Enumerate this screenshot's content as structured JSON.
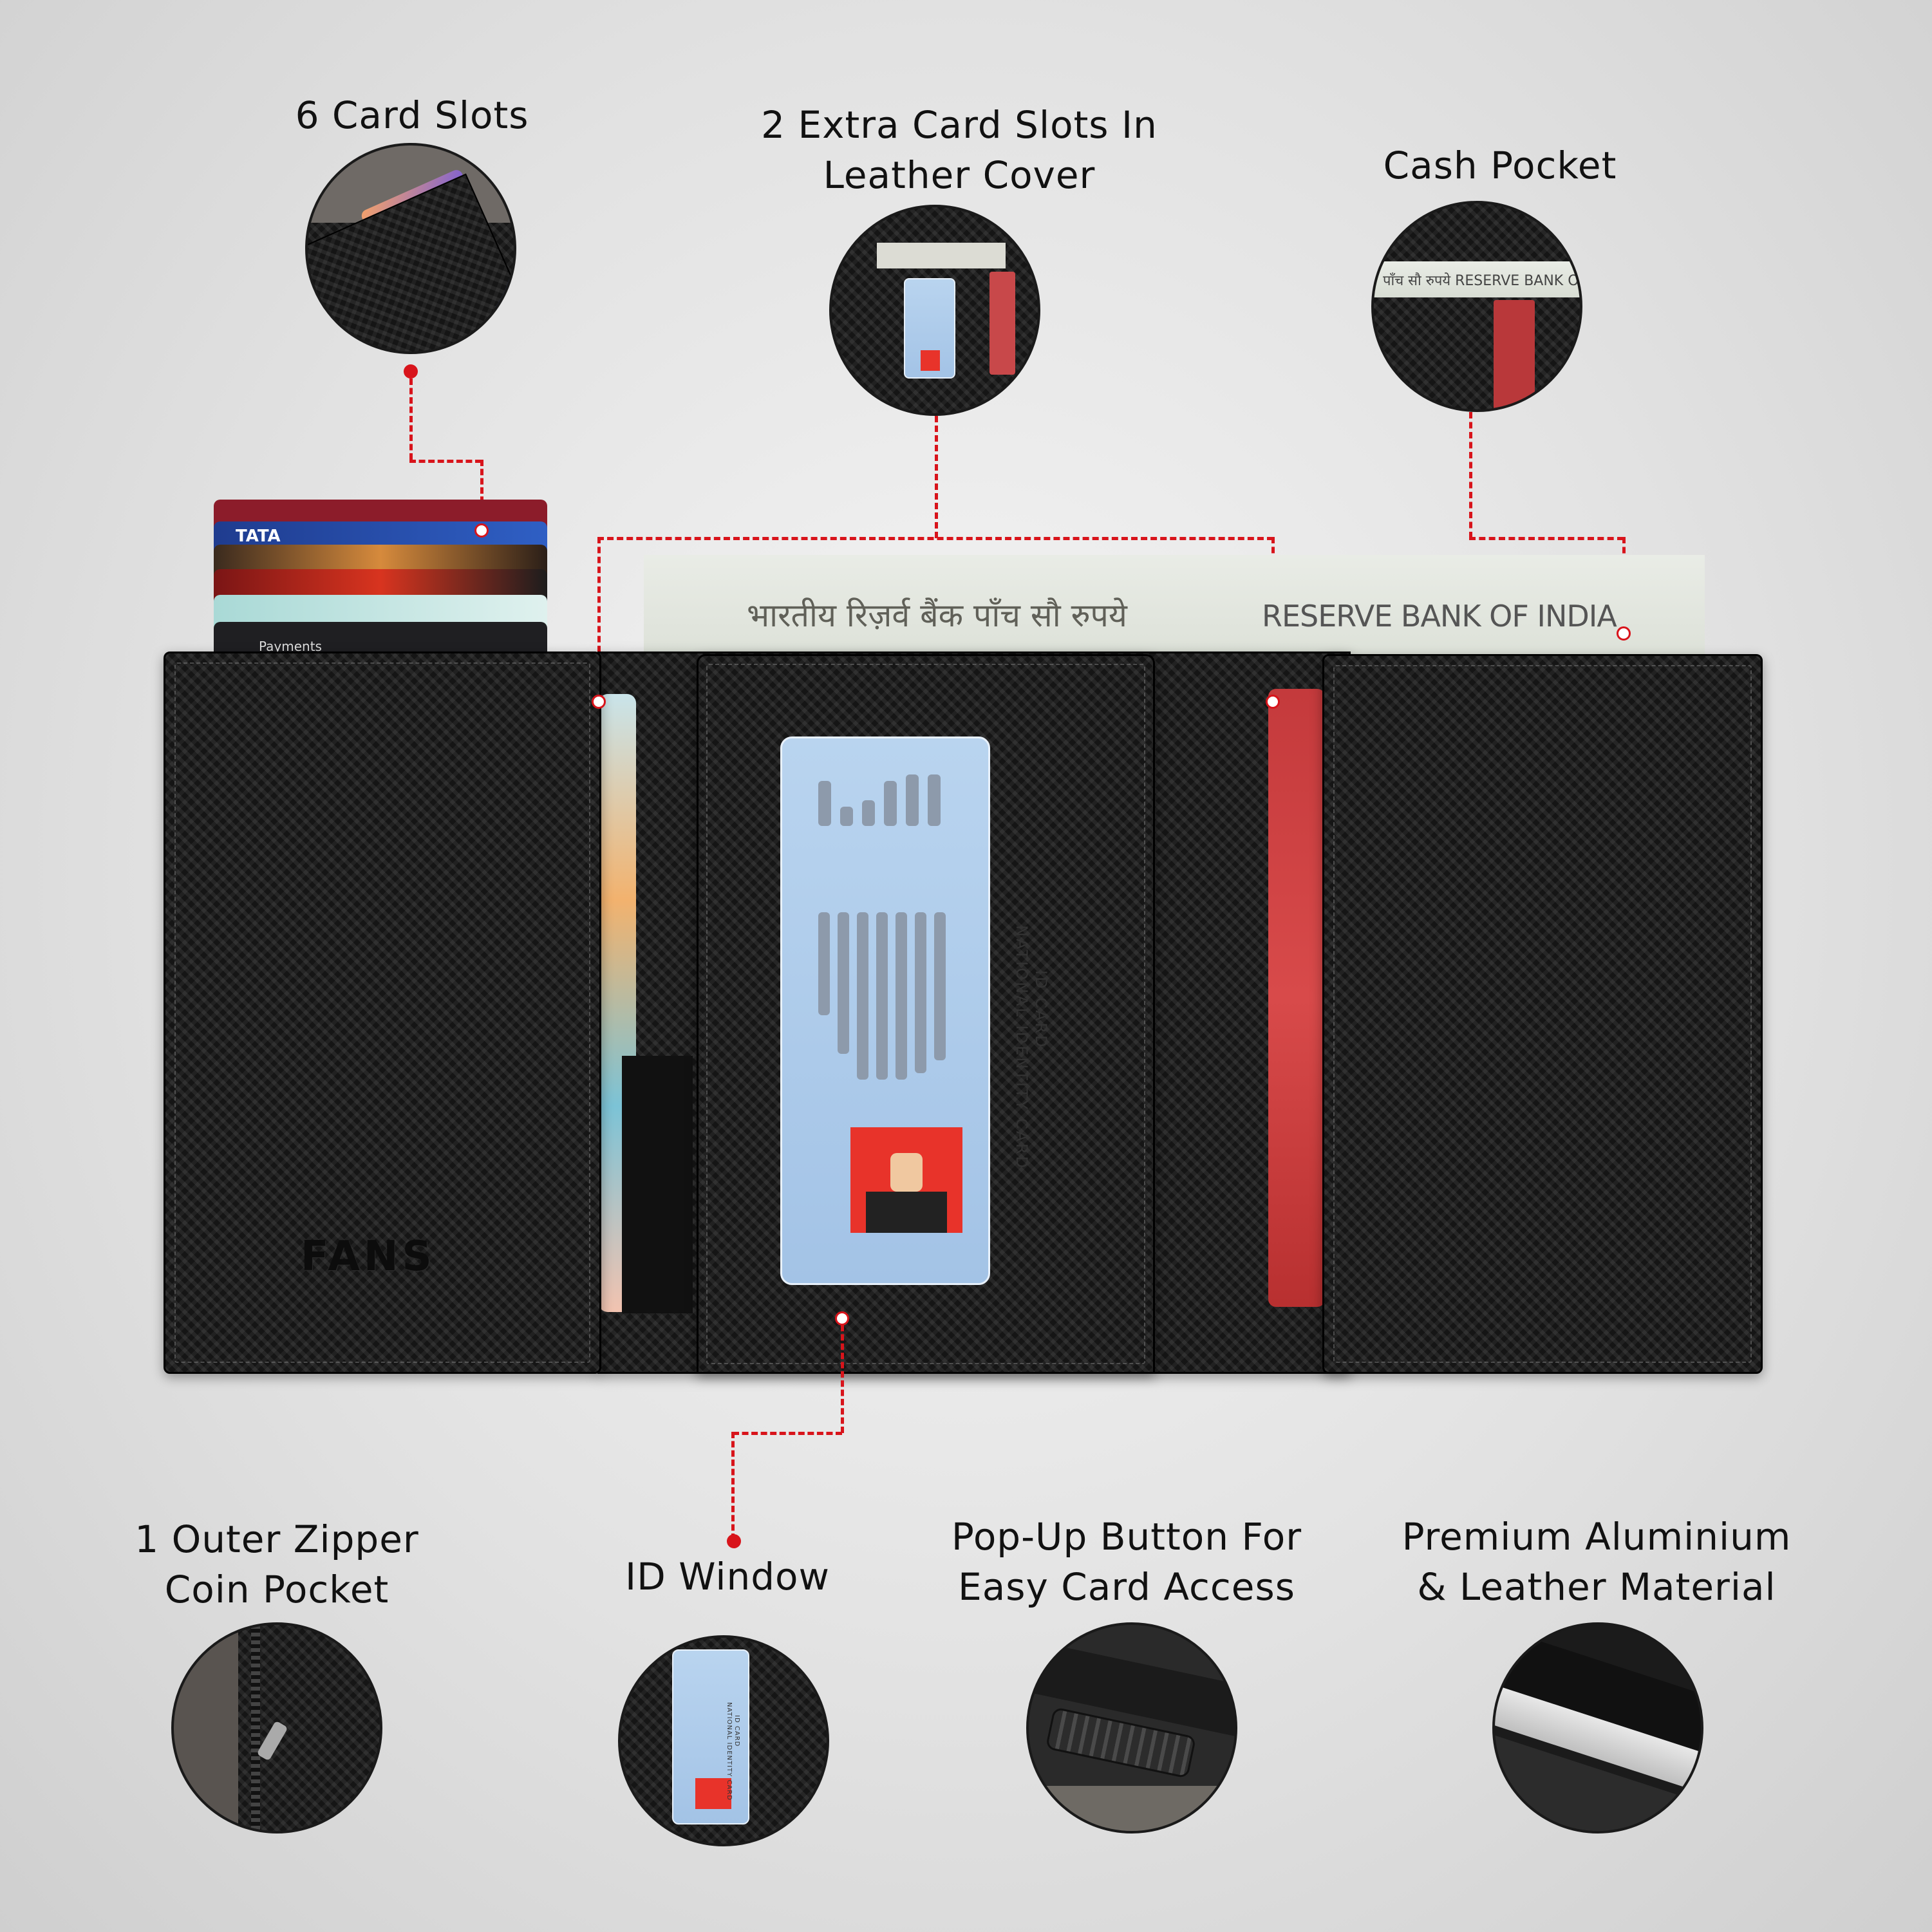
{
  "features": {
    "card_slots": "6 Card Slots",
    "extra_slots_line1": "2 Extra Card Slots In",
    "extra_slots_line2": "Leather Cover",
    "cash_pocket": "Cash Pocket",
    "zipper_line1": "1 Outer Zipper",
    "zipper_line2": "Coin Pocket",
    "id_window": "ID Window",
    "popup_line1": "Pop-Up Button For",
    "popup_line2": "Easy Card Access",
    "material_line1": "Premium Aluminium",
    "material_line2": "& Leather Material"
  },
  "wallet": {
    "card_brand": "TATA",
    "card_bottom_text": "Payments",
    "note_hindi": "भारतीय रिज़र्व बैंक   पाँच सौ रुपये",
    "note_english": "RESERVE BANK OF INDIA",
    "id_card_line1": "ID CARD",
    "id_card_line2": "NATIONAL IDENTITY CARD",
    "embossed_logo": "FANS"
  },
  "zoom": {
    "cash_note_text": "पाँच सौ रुपये RESERVE BANK OF",
    "id_card_line1": "ID CARD",
    "id_card_line2": "NATIONAL IDENTITY CARD"
  },
  "colors": {
    "leader_line": "#d8141b",
    "wallet_black": "#151515",
    "id_blue": "#a3c3e6"
  }
}
